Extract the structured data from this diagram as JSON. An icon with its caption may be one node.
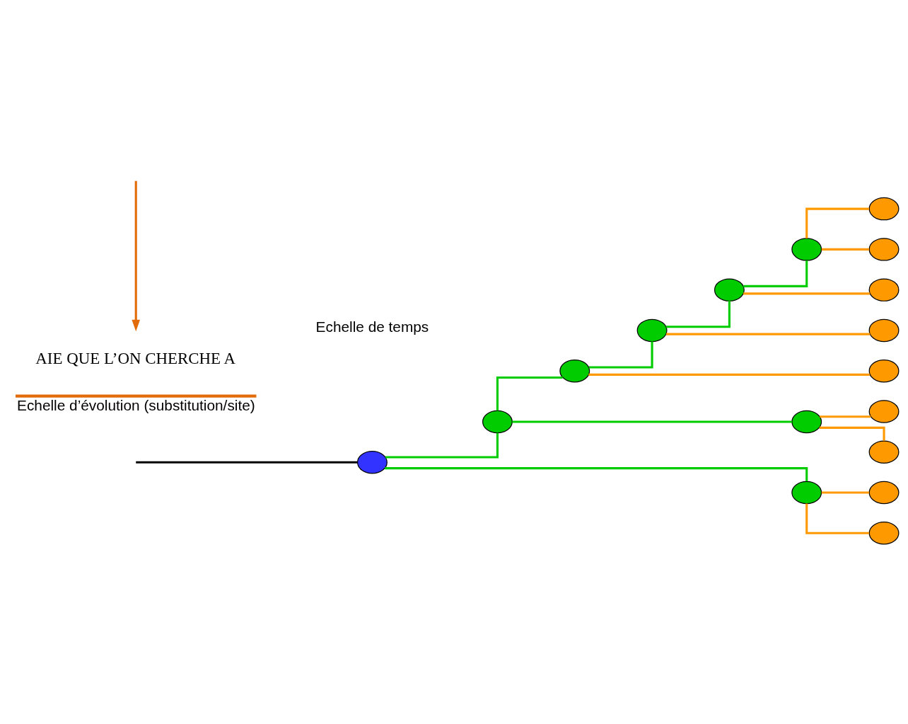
{
  "diagram": {
    "nodes": [
      {
        "text": [],
        "shape": "ellipse"
      },
      {
        "text": [],
        "shape": "ellipse"
      },
      {
        "text": [],
        "shape": "ellipse"
      },
      {
        "text": [],
        "shape": "ellipse"
      },
      {
        "text": [],
        "shape": "ellipse"
      },
      {
        "text": [],
        "shape": "ellipse"
      },
      {
        "text": [],
        "shape": "ellipse"
      },
      {
        "text": [],
        "shape": "ellipse"
      },
      {
        "text": [],
        "shape": "ellipse"
      },
      {
        "text": [],
        "shape": "ellipse"
      },
      {
        "text": [],
        "shape": "ellipse"
      },
      {
        "text": [],
        "shape": "ellipse"
      },
      {
        "text": [],
        "shape": "ellipse"
      },
      {
        "text": [],
        "shape": "ellipse"
      },
      {
        "text": [],
        "shape": "ellipse"
      },
      {
        "text": [],
        "shape": "ellipse"
      },
      {
        "text": [],
        "shape": "ellipse"
      }
    ],
    "edges": [
      {
        "from": null,
        "to": 0,
        "arrow": "none",
        "color": "#000000"
      },
      {
        "from": 0,
        "to": 1,
        "arrow": "none",
        "color": "#00cc00"
      },
      {
        "from": 0,
        "to": 7,
        "arrow": "none",
        "color": "#00cc00"
      },
      {
        "from": 1,
        "to": 2,
        "arrow": "none",
        "color": "#00cc00"
      },
      {
        "from": 1,
        "to": 6,
        "arrow": "none",
        "color": "#00cc00"
      },
      {
        "from": 2,
        "to": 3,
        "arrow": "none",
        "color": "#00cc00"
      },
      {
        "from": 2,
        "to": 12,
        "arrow": "none"
      },
      {
        "from": 3,
        "to": 4,
        "arrow": "none",
        "color": "#00cc00"
      },
      {
        "from": 3,
        "to": 11,
        "arrow": "none"
      },
      {
        "from": 4,
        "to": 5,
        "arrow": "none",
        "color": "#00cc00"
      },
      {
        "from": 4,
        "to": 10,
        "arrow": "none"
      },
      {
        "from": 5,
        "to": 8,
        "arrow": "none"
      },
      {
        "from": 5,
        "to": 9,
        "arrow": "none"
      },
      {
        "from": 6,
        "to": 13,
        "arrow": "none"
      },
      {
        "from": 6,
        "to": 14,
        "arrow": "none"
      },
      {
        "from": 7,
        "to": 15,
        "arrow": "none"
      },
      {
        "from": 7,
        "to": 16,
        "arrow": "none"
      }
    ],
    "labels": [
      "AIE QUE L’ON CHERCHE A",
      "Echelle de temps"
    ],
    "legend": [
      {
        "text": "Echelle d’évolution (substitution/site)"
      }
    ]
  }
}
